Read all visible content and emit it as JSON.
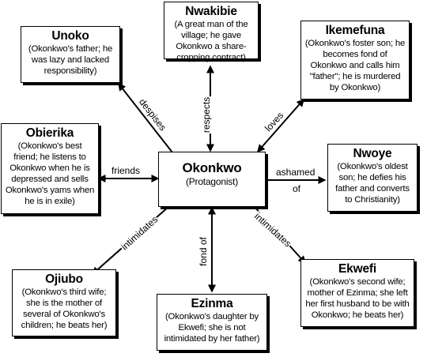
{
  "center": {
    "name": "Okonkwo",
    "role": "(Protagonist)"
  },
  "characters": {
    "nwakibie": {
      "name": "Nwakibie",
      "desc": "(A great man of the village; he gave Okonkwo a share-cropping contract)"
    },
    "unoko": {
      "name": "Unoko",
      "desc": "(Okonkwo's father; he was lazy and lacked responsibility)"
    },
    "ikemefuna": {
      "name": "Ikemefuna",
      "desc": "(Okonkwo's foster son; he becomes fond of Okonkwo and calls him \"father\"; he is murdered by Okonkwo)"
    },
    "obierika": {
      "name": "Obierika",
      "desc": "(Okonkwo's best friend; he listens to Okonkwo when he is depressed and sells Okonkwo's yams when he is in exile)"
    },
    "nwoye": {
      "name": "Nwoye",
      "desc": "(Okonkwo's oldest son; he defies his father and converts to Christianity)"
    },
    "ojiubo": {
      "name": "Ojiubo",
      "desc": "(Okonkwo's third wife; she is the mother of several of Okonkwo's children; he beats her)"
    },
    "ezinma": {
      "name": "Ezinma",
      "desc": "(Okonkwo's daughter by Ekwefi; she is not intimidated by her father)"
    },
    "ekwefi": {
      "name": "Ekwefi",
      "desc": "(Okonkwo's second wife; mother of Ezinma; she left her first husband to be with Okonkwo; he beats her)"
    }
  },
  "relations": {
    "unoko": "despises",
    "nwakibie": "respects",
    "ikemefuna": "loves",
    "obierika": "friends",
    "nwoye_line1": "ashamed",
    "nwoye_line2": "of",
    "ojiubo": "intimidates",
    "ezinma": "fond of",
    "ekwefi": "intimidates"
  }
}
